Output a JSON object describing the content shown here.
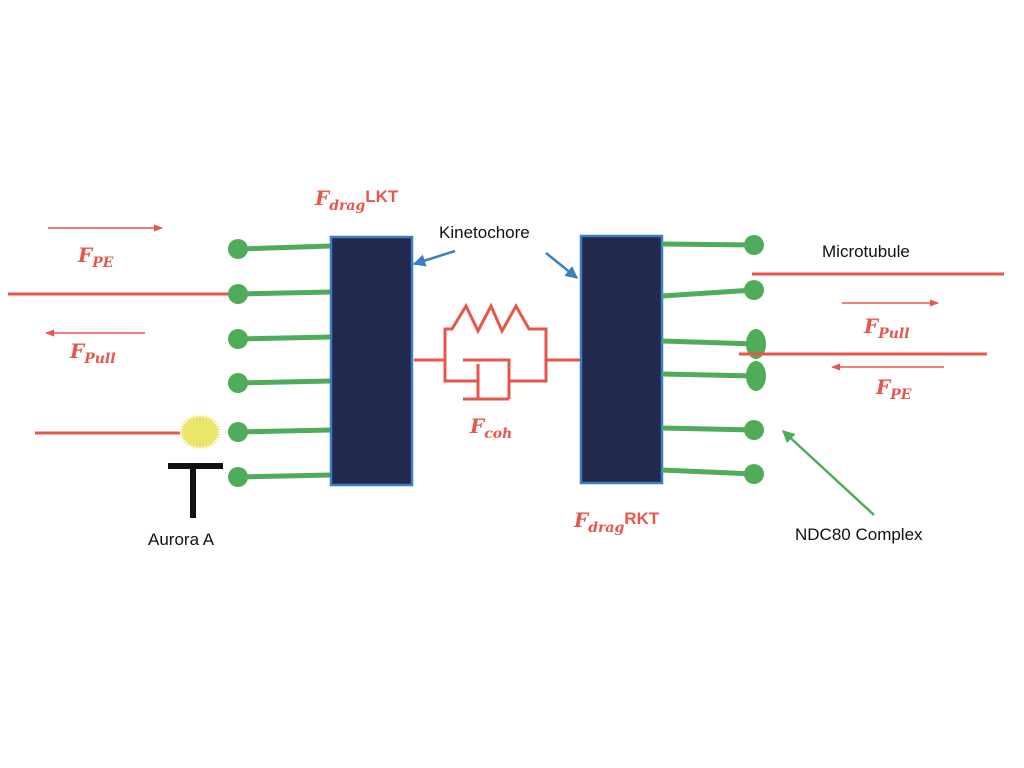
{
  "colors": {
    "force_red": "#e8554b",
    "microtubule_red": "#e8554b",
    "ndc80_green": "#4fac5b",
    "kinetochore_fill": "#22284e",
    "kinetochore_border": "#3b7fc0",
    "pointer_blue": "#3b7fc0",
    "aurora_yellow": "#ece56b",
    "aurora_inhibitor_black": "#111111",
    "text_black": "#111111"
  },
  "labels": {
    "kinetochore": "Kinetochore",
    "microtubule": "Microtubule",
    "aurora_a": "Aurora A",
    "ndc80_complex": "NDC80 Complex"
  },
  "forces": {
    "left_pe": {
      "symbol": "F",
      "subscript": "PE",
      "direction": "right"
    },
    "left_pull": {
      "symbol": "F",
      "subscript": "Pull",
      "direction": "left"
    },
    "right_pull": {
      "symbol": "F",
      "subscript": "Pull",
      "direction": "right"
    },
    "right_pe": {
      "symbol": "F",
      "subscript": "PE",
      "direction": "left"
    },
    "cohesion": {
      "symbol": "F",
      "subscript": "coh"
    },
    "drag_left": {
      "symbol": "F",
      "subscript": "drag",
      "suffix": "LKT"
    },
    "drag_right": {
      "symbol": "F",
      "subscript": "drag",
      "suffix": "RKT"
    }
  },
  "icons": {
    "aurora": "starburst-icon",
    "inhibitor": "t-bar-inhibition-icon",
    "spring": "zigzag-spring-icon",
    "dashpot": "dashpot-damper-icon"
  },
  "structure": {
    "left_ndc80_count": 6,
    "right_ndc80_count": 6,
    "left_microtubule_count": 2,
    "right_microtubule_count": 2
  }
}
